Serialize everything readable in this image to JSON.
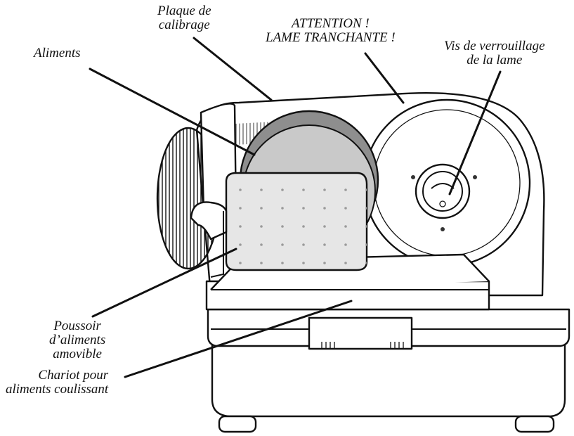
{
  "labels": {
    "plaque": [
      "Plaque de",
      "calibrage"
    ],
    "attention": [
      "ATTENTION !",
      "LAME TRANCHANTE !"
    ],
    "aliments": [
      "Aliments"
    ],
    "vis": [
      "Vis de verrouillage",
      "de la lame"
    ],
    "poussoir": [
      "Poussoir",
      "d’aliments",
      "amovible"
    ],
    "chariot": [
      "Chariot pour",
      "aliments coulissant"
    ]
  },
  "colors": {
    "outline": "#111111",
    "blade_dark": "#8e8e8e",
    "blade_light": "#c9c9c9",
    "pusher": "#e6e6e6"
  }
}
